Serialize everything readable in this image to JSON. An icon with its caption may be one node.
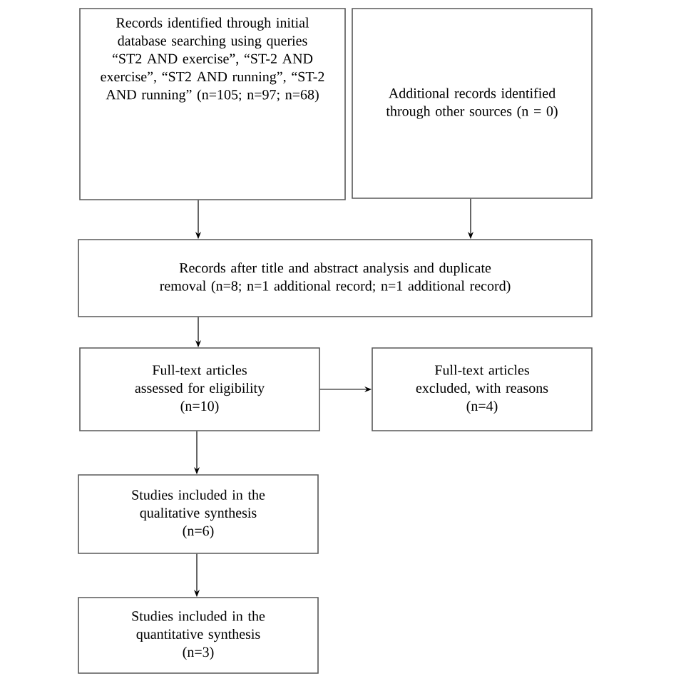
{
  "diagram": {
    "nodes": [
      {
        "text": [
          "Records identified through initial database searching using queries “ST2 AND exercise”, “ST-2 AND exercise”, “ST2 AND running”, “ST-2 AND running” (n=105; n=97; n=68)"
        ]
      },
      {
        "text": [
          "Additional records identified through other sources (n = 0)"
        ]
      },
      {
        "text": [
          "Records after title and abstract analysis and duplicate removal (n=8; n=1 additional record; n=1 additional record)"
        ]
      },
      {
        "text": [
          "Full-text articles assessed for eligibility",
          "(n=10)"
        ]
      },
      {
        "text": [
          "Full-text articles excluded, with reasons",
          "(n=4)"
        ]
      },
      {
        "text": [
          "Studies included in the qualitative synthesis",
          "(n=6)"
        ]
      },
      {
        "text": [
          "Studies included in the quantitative synthesis",
          "(n=3)"
        ]
      }
    ],
    "edges": [
      {
        "from": 0,
        "to": 2,
        "arrow": "to"
      },
      {
        "from": 1,
        "to": 2,
        "arrow": "to"
      },
      {
        "from": 2,
        "to": 3,
        "arrow": "to"
      },
      {
        "from": 3,
        "to": 4,
        "arrow": "to"
      },
      {
        "from": 3,
        "to": 5,
        "arrow": "to"
      },
      {
        "from": 5,
        "to": 6,
        "arrow": "to"
      }
    ]
  }
}
